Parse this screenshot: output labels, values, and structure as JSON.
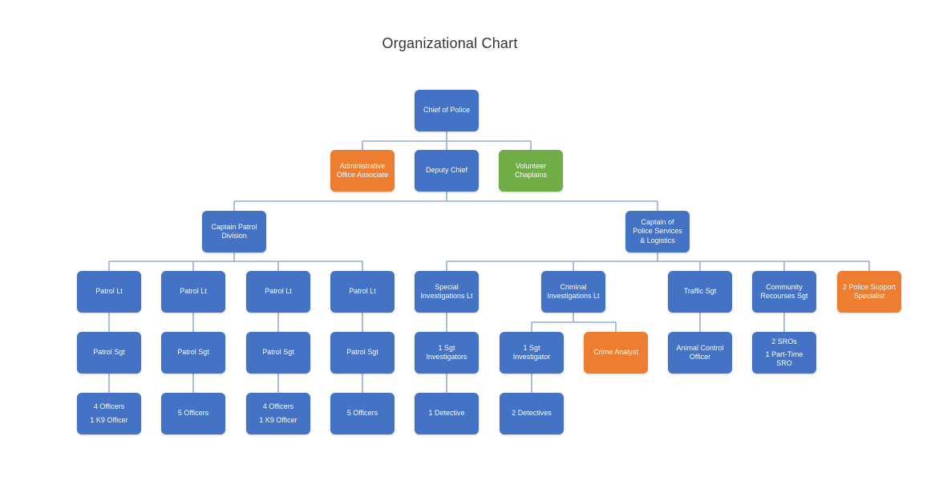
{
  "title": "Organizational Chart",
  "colors": {
    "node_blue": "#4472C4",
    "node_orange": "#ED7D31",
    "node_green": "#70AD47",
    "connector_line": "#95ABD7",
    "node_text": "#FFFFFF",
    "title_text": "#353535",
    "background": "#FFFFFF"
  },
  "nodes": {
    "chief_of_police": {
      "label": "Chief of Police",
      "color": "blue"
    },
    "administrative_office_associate": {
      "label": "Administrative Office Associate",
      "color": "orange"
    },
    "deputy_chief": {
      "label": "Deputy Chief",
      "color": "blue"
    },
    "volunteer_chaplains": {
      "label": "Volunteer Chaplains",
      "color": "green"
    },
    "captain_patrol_division": {
      "label": "Captain Patrol Division",
      "color": "blue"
    },
    "captain_police_services_logistics": {
      "label": "Captain of Police Services & Logistics",
      "color": "blue"
    },
    "patrol_lt_1": {
      "label": "Patrol Lt",
      "color": "blue"
    },
    "patrol_lt_2": {
      "label": "Patrol Lt",
      "color": "blue"
    },
    "patrol_lt_3": {
      "label": "Patrol Lt",
      "color": "blue"
    },
    "patrol_lt_4": {
      "label": "Patrol Lt",
      "color": "blue"
    },
    "special_investigations_lt": {
      "label": "Special Investigations Lt",
      "color": "blue"
    },
    "criminal_investigations_lt": {
      "label": "Criminal Investigations Lt",
      "color": "blue"
    },
    "traffic_sgt": {
      "label": "Traffic Sgt",
      "color": "blue"
    },
    "community_recourses_sgt": {
      "label": "Community Recourses Sgt",
      "color": "blue"
    },
    "police_support_specialist": {
      "label": "2 Police Support Specialist",
      "color": "orange"
    },
    "patrol_sgt_1": {
      "label": "Patrol Sgt",
      "color": "blue"
    },
    "patrol_sgt_2": {
      "label": "Patrol Sgt",
      "color": "blue"
    },
    "patrol_sgt_3": {
      "label": "Patrol Sgt",
      "color": "blue"
    },
    "patrol_sgt_4": {
      "label": "Patrol Sgt",
      "color": "blue"
    },
    "sgt_investigators": {
      "label": "1 Sgt Investigators",
      "color": "blue"
    },
    "sgt_investigator": {
      "label": "1 Sgt Investigator",
      "color": "blue"
    },
    "crime_analyst": {
      "label": "Crime Analyst",
      "color": "orange"
    },
    "animal_control_officer": {
      "label": "Animal Control Officer",
      "color": "blue"
    },
    "school_resource_officers": {
      "line1": "2 SROs",
      "line2": "1 Part-Time SRO",
      "color": "blue"
    },
    "officers_1": {
      "line1": "4 Officers",
      "line2": "1 K9 Officer",
      "color": "blue"
    },
    "officers_2": {
      "label": "5 Officers",
      "color": "blue"
    },
    "officers_3": {
      "line1": "4 Officers",
      "line2": "1 K9 Officer",
      "color": "blue"
    },
    "officers_4": {
      "label": "5 Officers",
      "color": "blue"
    },
    "detective_1": {
      "label": "1 Detective",
      "color": "blue"
    },
    "detectives_2": {
      "label": "2 Detectives",
      "color": "blue"
    }
  },
  "edges": [
    [
      "chief_of_police",
      "administrative_office_associate"
    ],
    [
      "chief_of_police",
      "deputy_chief"
    ],
    [
      "chief_of_police",
      "volunteer_chaplains"
    ],
    [
      "deputy_chief",
      "captain_patrol_division"
    ],
    [
      "deputy_chief",
      "captain_police_services_logistics"
    ],
    [
      "captain_patrol_division",
      "patrol_lt_1"
    ],
    [
      "captain_patrol_division",
      "patrol_lt_2"
    ],
    [
      "captain_patrol_division",
      "patrol_lt_3"
    ],
    [
      "captain_patrol_division",
      "patrol_lt_4"
    ],
    [
      "captain_police_services_logistics",
      "special_investigations_lt"
    ],
    [
      "captain_police_services_logistics",
      "criminal_investigations_lt"
    ],
    [
      "captain_police_services_logistics",
      "traffic_sgt"
    ],
    [
      "captain_police_services_logistics",
      "community_recourses_sgt"
    ],
    [
      "captain_police_services_logistics",
      "police_support_specialist"
    ],
    [
      "patrol_lt_1",
      "patrol_sgt_1"
    ],
    [
      "patrol_lt_2",
      "patrol_sgt_2"
    ],
    [
      "patrol_lt_3",
      "patrol_sgt_3"
    ],
    [
      "patrol_lt_4",
      "patrol_sgt_4"
    ],
    [
      "special_investigations_lt",
      "sgt_investigators"
    ],
    [
      "criminal_investigations_lt",
      "sgt_investigator"
    ],
    [
      "criminal_investigations_lt",
      "crime_analyst"
    ],
    [
      "traffic_sgt",
      "animal_control_officer"
    ],
    [
      "community_recourses_sgt",
      "school_resource_officers"
    ],
    [
      "patrol_sgt_1",
      "officers_1"
    ],
    [
      "patrol_sgt_2",
      "officers_2"
    ],
    [
      "patrol_sgt_3",
      "officers_3"
    ],
    [
      "patrol_sgt_4",
      "officers_4"
    ],
    [
      "sgt_investigators",
      "detective_1"
    ],
    [
      "sgt_investigator",
      "detectives_2"
    ]
  ]
}
